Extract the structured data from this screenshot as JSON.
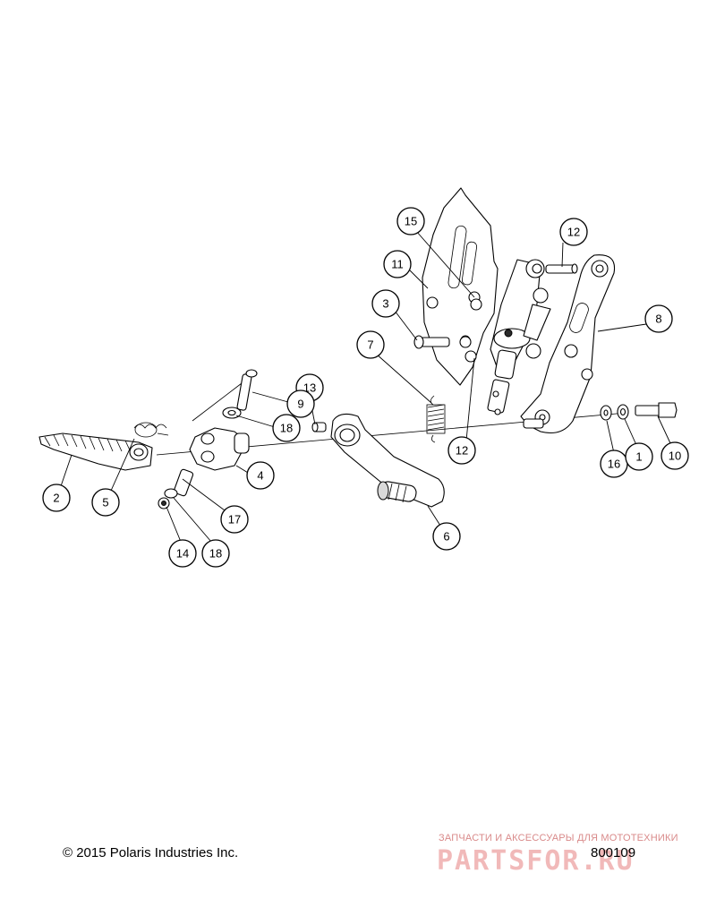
{
  "callouts": [
    {
      "label": "15"
    },
    {
      "label": "11"
    },
    {
      "label": "3"
    },
    {
      "label": "7"
    },
    {
      "label": "12"
    },
    {
      "label": "8"
    },
    {
      "label": "12"
    },
    {
      "label": "13"
    },
    {
      "label": "9"
    },
    {
      "label": "18"
    },
    {
      "label": "4"
    },
    {
      "label": "2"
    },
    {
      "label": "5"
    },
    {
      "label": "17"
    },
    {
      "label": "14"
    },
    {
      "label": "18"
    },
    {
      "label": "6"
    },
    {
      "label": "16"
    },
    {
      "label": "1"
    },
    {
      "label": "10"
    }
  ],
  "footer": {
    "copyright": "© 2015 Polaris Industries Inc.",
    "figure_number": "800109",
    "watermark_tagline": "ЗАПЧАСТИ И АКСЕССУАРЫ ДЛЯ МОТОТЕХНИКИ",
    "watermark_logo": "PARTSFOR.RU"
  },
  "colors": {
    "line": "#000000",
    "background": "#ffffff",
    "watermark": "#f1b9b9"
  }
}
